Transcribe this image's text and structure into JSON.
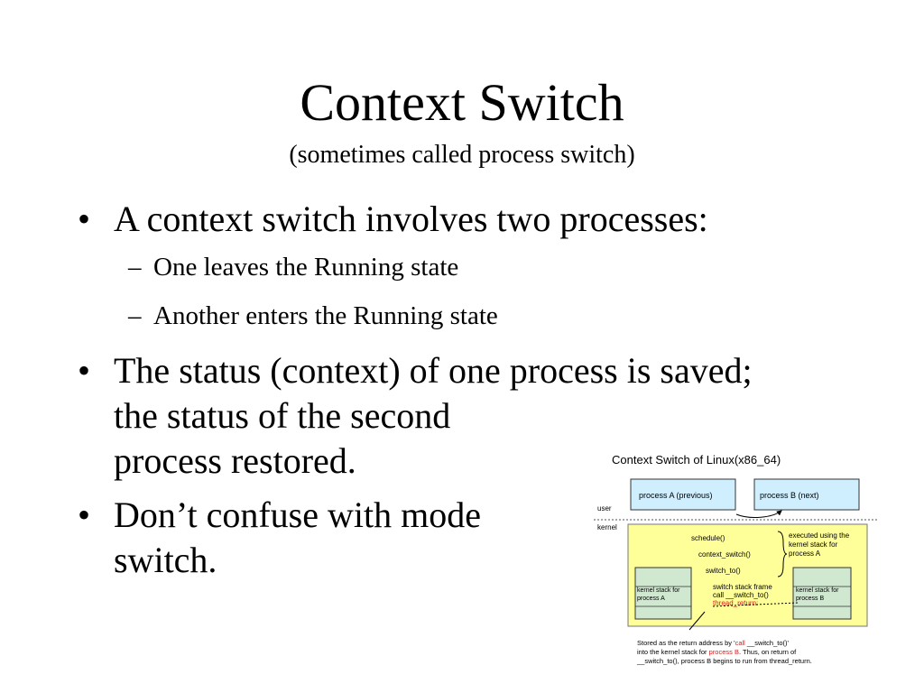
{
  "slide": {
    "title": "Context Switch",
    "subtitle": "(sometimes called process switch)",
    "bullets": [
      {
        "text": "A context switch involves two processes:"
      },
      {
        "text": "One leaves the Running state"
      },
      {
        "text": "Another enters the Running state"
      },
      {
        "line1": "The status (context) of one process is saved;",
        "line2": "the status of the second",
        "line3": "process restored."
      },
      {
        "line1": "Don’t confuse with mode",
        "line2": "switch."
      }
    ]
  },
  "diagram": {
    "title": "Context Switch of Linux(x86_64)",
    "process_a": "process A (previous)",
    "process_b": "process B (next)",
    "label_user": "user",
    "label_kernel": "kernel",
    "schedule": "schedule()",
    "context_switch": "context_switch()",
    "switch_to": "switch_to()",
    "switch_stack": "switch stack frame",
    "call_switch": "call __switch_to()",
    "thread_return": "thread_return:",
    "note_line1": "executed using the",
    "note_line2": "kernel stack for",
    "note_line3": "process A",
    "ks_a_line1": "kernel stack for",
    "ks_a_line2": "process A",
    "ks_b_line1": "kernel stack for",
    "ks_b_line2": "process B",
    "caption_1a": "Stored as the return address by '",
    "caption_1b": "call",
    "caption_1c": " __switch_to()'",
    "caption_2a": "into the kernel stack for ",
    "caption_2b": "process B",
    "caption_2c": ". Thus, on return of",
    "caption_3": "__switch_to(), process B begins to run from thread_return."
  },
  "colors": {
    "kernel_fill": "#ffff99",
    "process_fill": "#cfefff",
    "red": "#e01818",
    "stack_fill": "#cfe8cf"
  }
}
